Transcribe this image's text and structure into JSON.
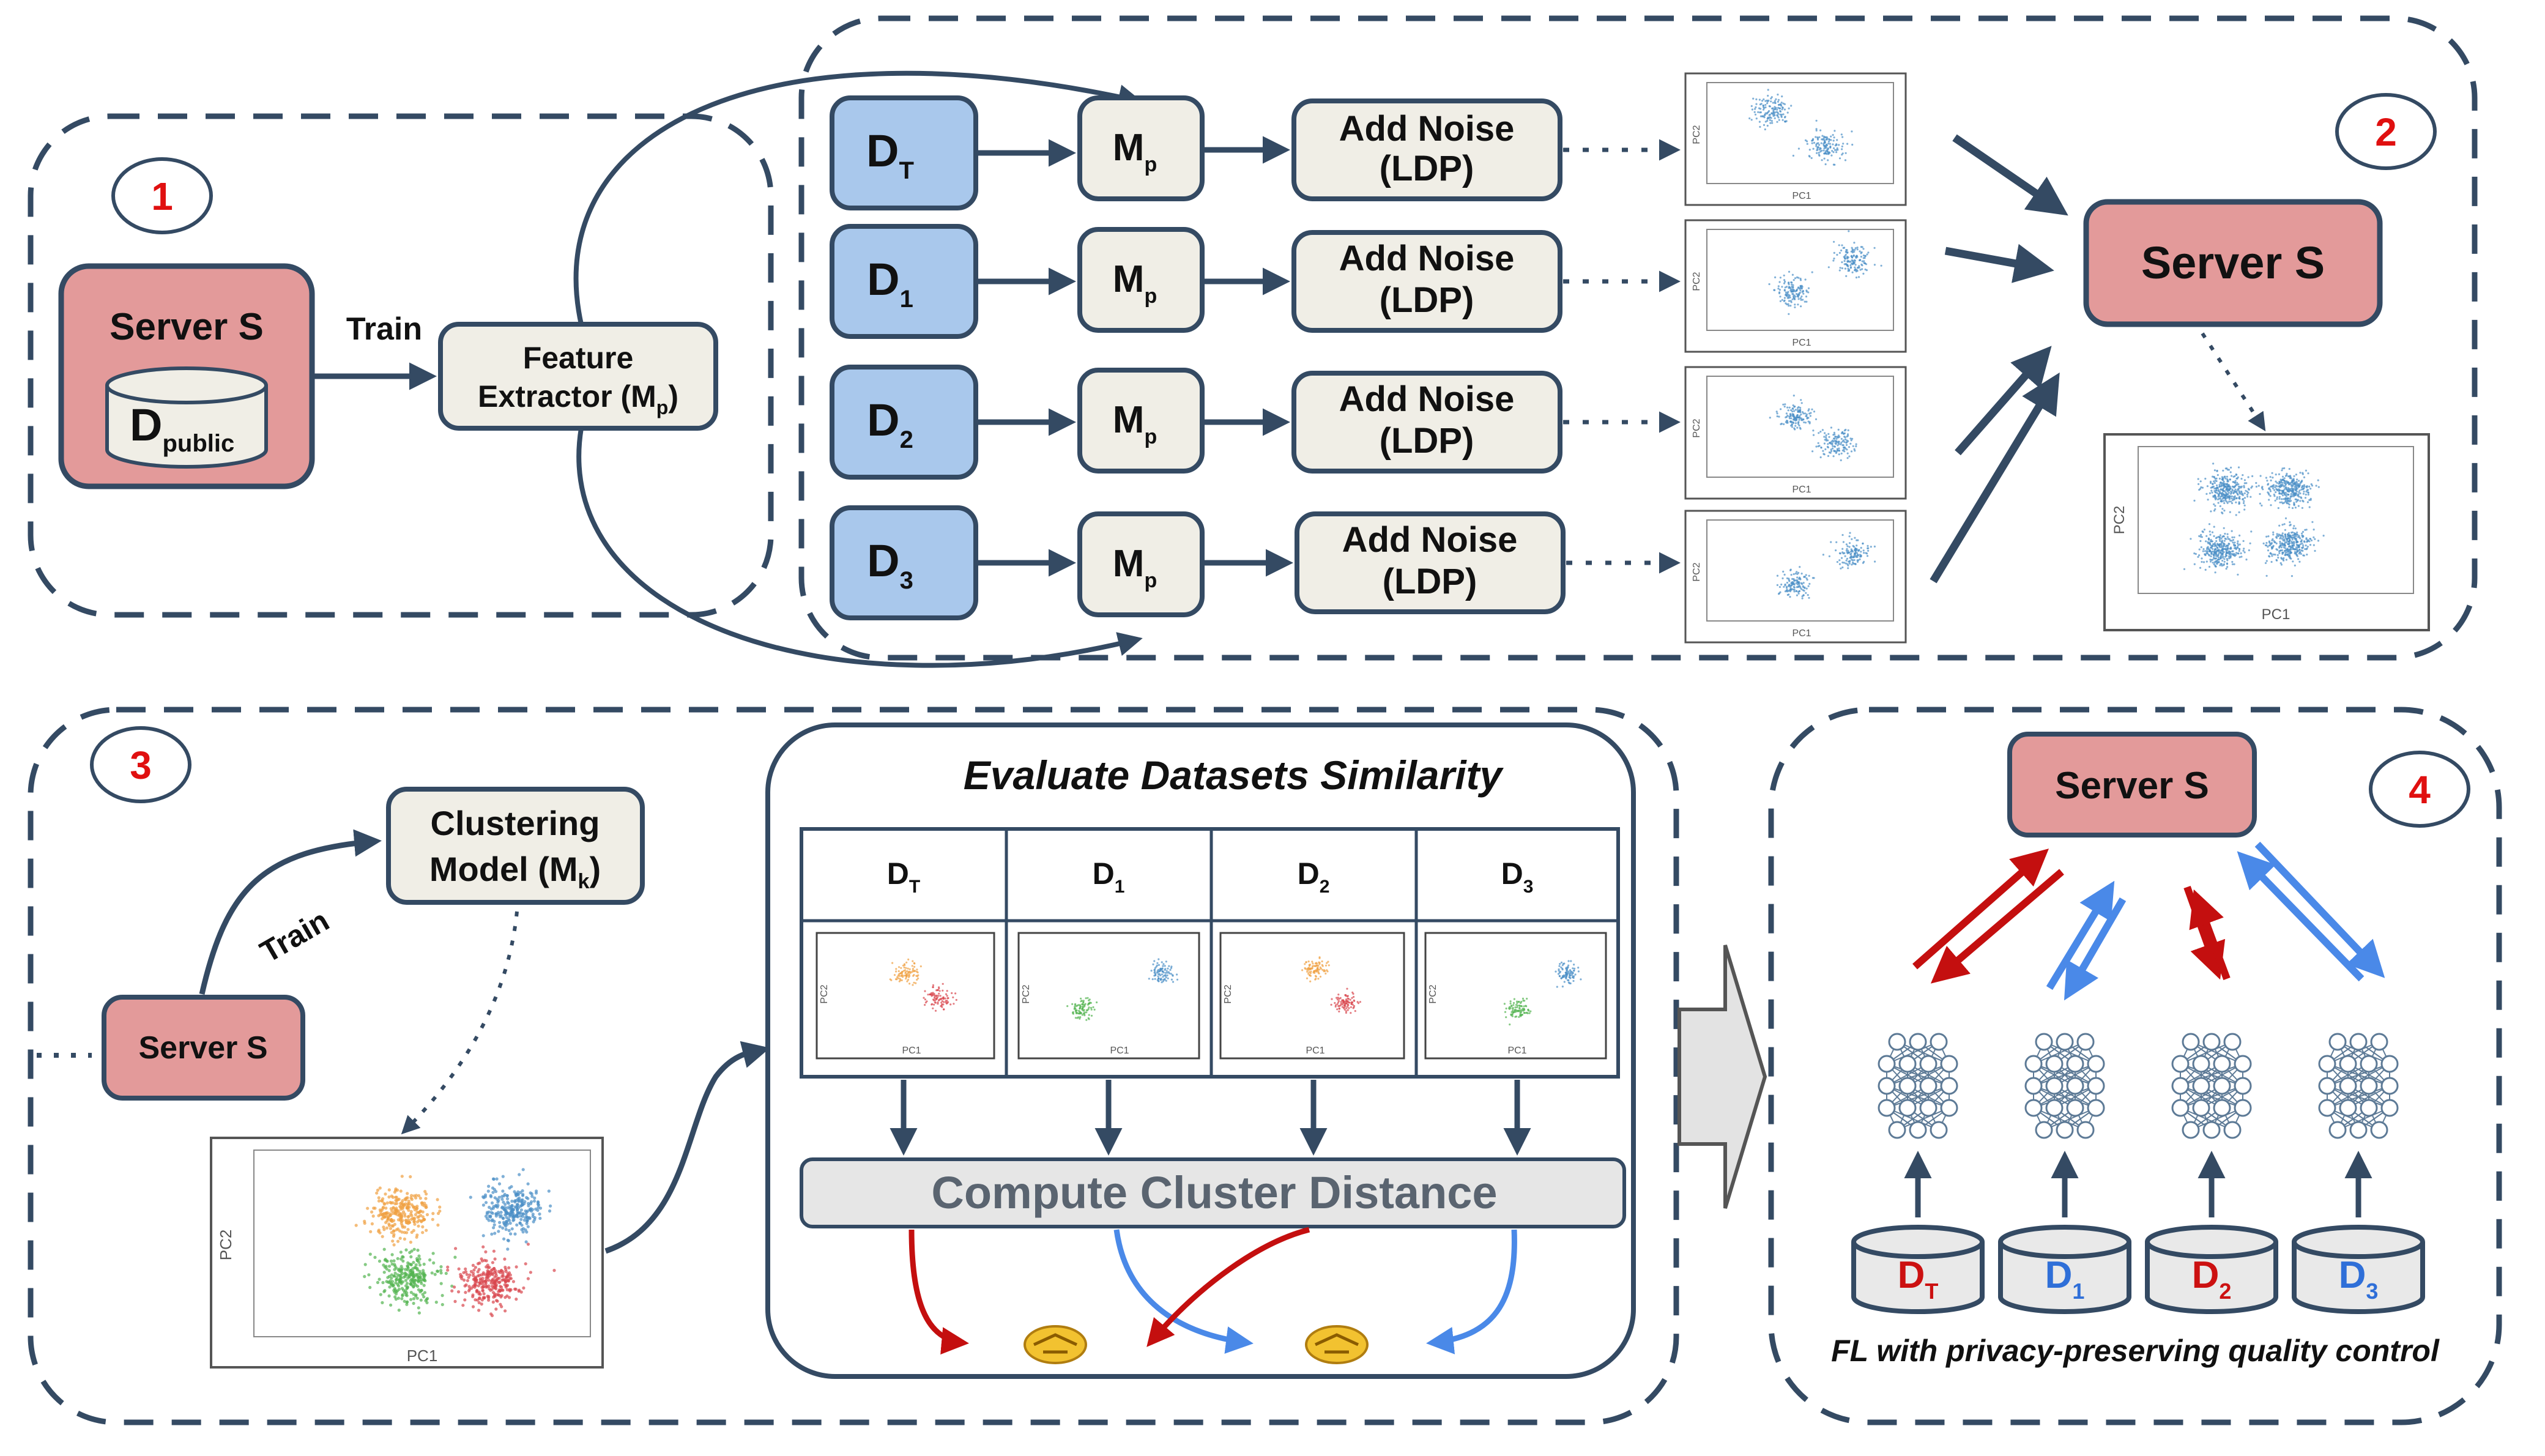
{
  "colors": {
    "server_fill": "#e39a9a",
    "dataset_fill": "#a9c8ec",
    "node_fill": "#f0eee6",
    "stroke": "#344a63",
    "red_label": "#cc1111",
    "blue_label": "#2f6fd8",
    "red_arrow": "#c40f0f",
    "blue_arrow": "#4a89e8",
    "scatter_blue": "#4a8fc6",
    "scatter_orange": "#f0a040",
    "scatter_red": "#d9464d",
    "scatter_green": "#53b350"
  },
  "step_numbers": [
    "1",
    "2",
    "3",
    "4"
  ],
  "server_label": "Server S",
  "train_label": "Train",
  "public_dataset": {
    "main": "D",
    "sub": "public"
  },
  "feature_extractor": {
    "line1": "Feature",
    "line2": "Extractor (M",
    "sub": "p",
    "close": ")"
  },
  "rows": [
    {
      "main": "D",
      "sub": "T"
    },
    {
      "main": "D",
      "sub": "1"
    },
    {
      "main": "D",
      "sub": "2"
    },
    {
      "main": "D",
      "sub": "3"
    }
  ],
  "model_label": {
    "main": "M",
    "sub": "p"
  },
  "noise_label": {
    "line1": "Add Noise",
    "line2": "(LDP)"
  },
  "axis": {
    "x": "PC1",
    "y": "PC2"
  },
  "clustering_model": {
    "line1": "Clustering",
    "line2": "Model (M",
    "sub": "k",
    "close": ")"
  },
  "evaluate_title": "Evaluate Datasets Similarity",
  "table_headers": [
    {
      "main": "D",
      "sub": "T"
    },
    {
      "main": "D",
      "sub": "1"
    },
    {
      "main": "D",
      "sub": "2"
    },
    {
      "main": "D",
      "sub": "3"
    }
  ],
  "compute_label": "Compute Cluster Distance",
  "handshake_icon": "handshake-icon",
  "fl_datasets": [
    {
      "main": "D",
      "sub": "T",
      "color": "red"
    },
    {
      "main": "D",
      "sub": "1",
      "color": "blue"
    },
    {
      "main": "D",
      "sub": "2",
      "color": "red"
    },
    {
      "main": "D",
      "sub": "3",
      "color": "blue"
    }
  ],
  "fl_caption": "FL with privacy-preserving quality control"
}
